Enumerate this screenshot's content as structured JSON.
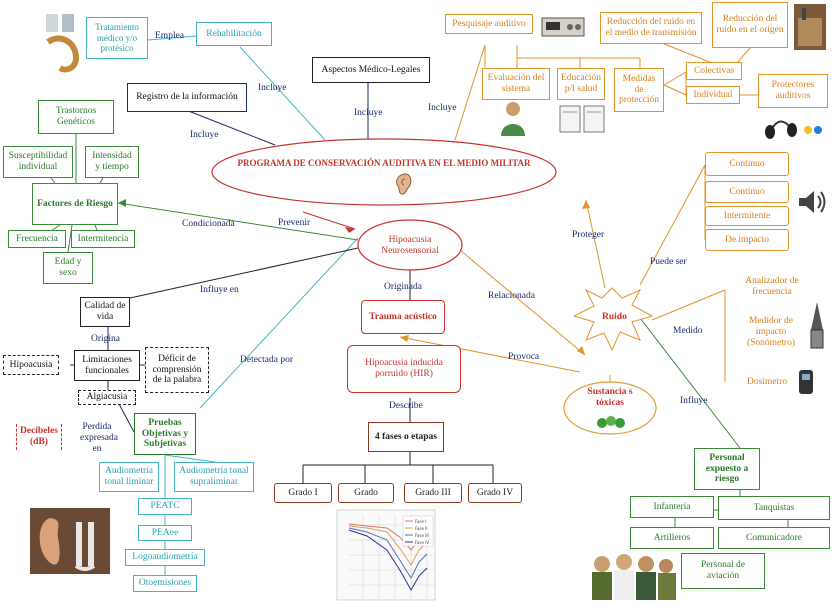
{
  "central": {
    "title": "PROGRAMA DE CONSERVACIÓN AUDITIVA EN EL MEDIO MILITAR",
    "icon": "ear-icon"
  },
  "nodes": {
    "tratamiento": "Tratamiento médico y/o protésico",
    "rehabilitacion": "Rehabilitación",
    "aspectos_legales": "Aspectos Médico-Legales",
    "registro": "Registro de la información",
    "pesquisaje": "Pesquisaje auditivo",
    "evaluacion": "Evaluación del sistema",
    "educacion": "Educación p/l salud",
    "medidas": "Medidas de protección",
    "reduccion_medio": "Reducción del ruido en el medio de transmisión",
    "reduccion_origen": "Reducción del ruido en el origen",
    "colectivas": "Colectivas",
    "individual": "Individual",
    "protectores": "Protectores auditivos",
    "trastornos": "Trastornos Genéticos",
    "susceptibilidad": "Susceptibilidad individual",
    "intensidad": "Intensidad y tiempo",
    "factores": "Factores de Riesgo",
    "frecuencia": "Frecuencia",
    "intermitencia": "Intermitencia",
    "edad": "Edad y sexo",
    "hipoacusia_neuro": "Hipoacusia Neurosensorial",
    "trauma": "Trauma acústico",
    "hir": "Hipoacusia inducida porruido (HIR)",
    "fases": "4 fases o etapas",
    "grado1": "Grado I",
    "grado2": "Grado",
    "grado3": "Grado III",
    "grado4": "Grado IV",
    "calidad": "Calidad de vida",
    "limitaciones": "Limitaciones funcionales",
    "deficit": "Déficit de comprensión de la palabra",
    "hipoacusia": "Hipoacusia",
    "algiacusia": "Algiacusia",
    "pruebas": "Pruebas Objetivas y Subjetivas",
    "decibeles": "Decibeles (dB)",
    "audio_liminar": "Audiometría tonal liminar",
    "audio_supra": "Audiometría tonal supraliminar",
    "peatc": "PEATC",
    "peaee": "PEAee",
    "logo": "Logoaudiometría",
    "otoemisiones": "Otoemisiones",
    "ruido": "Ruido",
    "sustancias": "Sustancia s tóxicas",
    "continuo1": "Continuo",
    "continuo2": "Contínuo",
    "intermitente": "Intermitente",
    "impacto": "De impacto",
    "analizador": "Analizador de frecuencia",
    "medidor": "Medidor de impacto (Sonómetro)",
    "dosimetro": "Dosímetro",
    "personal": "Personal expuesto a riesgo",
    "infanteria": "Infantería",
    "tanquistas": "Tanquistas",
    "artilleros": "Artilleros",
    "comunicadores": "Comunicadore",
    "aviacion": "Personal de aviación"
  },
  "links": {
    "emplea": "Emplea",
    "incluye_reh": "Incluye",
    "incluye_asp": "Incluye",
    "incluye_reg": "Incluye",
    "incluye_pes": "Incluye",
    "condicionada": "Condicionada",
    "prevenir": "Prevenir",
    "originada": "Originada",
    "influye_en": "Influye en",
    "origina": "Origina",
    "detectada_por": "Detectada por",
    "perdida": "Perdida expresada en",
    "describe": "Describe",
    "relacionada": "Relacionada",
    "provoca": "Provoca",
    "proteger": "Proteger",
    "puede_ser": "Puede ser",
    "medido": "Medido",
    "influye": "Influye"
  },
  "chart_legend": [
    "Fase I",
    "Fase II",
    "Fase III",
    "Fase IV"
  ],
  "colors": {
    "cyan": "#45b5c4",
    "orange": "#e0942a",
    "green": "#2b7a2b",
    "navy": "#1a2a6a",
    "red": "#c8342a",
    "brown": "#8b3a1f"
  }
}
